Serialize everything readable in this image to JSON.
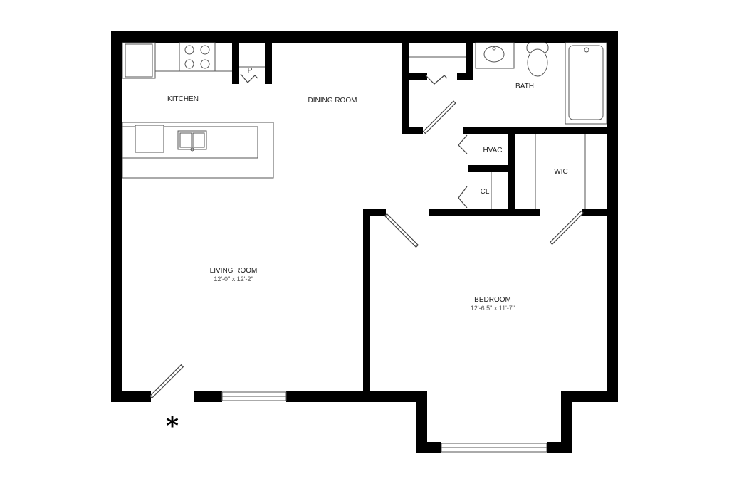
{
  "rooms": {
    "kitchen": {
      "label": "KITCHEN"
    },
    "pantry": {
      "label": "P"
    },
    "dining": {
      "label": "DINING ROOM"
    },
    "linen": {
      "label": "L"
    },
    "bath": {
      "label": "BATH"
    },
    "hvac": {
      "label": "HVAC"
    },
    "closet": {
      "label": "CL"
    },
    "wic": {
      "label": "WIC"
    },
    "living": {
      "label": "LIVING ROOM",
      "size": "12'-0\" x 12'-2\""
    },
    "bedroom": {
      "label": "BEDROOM",
      "size": "12'-6.5\" x 11'-7\""
    }
  },
  "entry_marker": {
    "symbol": "*"
  },
  "colors": {
    "wall": "#000000",
    "line": "#555555",
    "background": "#ffffff"
  }
}
